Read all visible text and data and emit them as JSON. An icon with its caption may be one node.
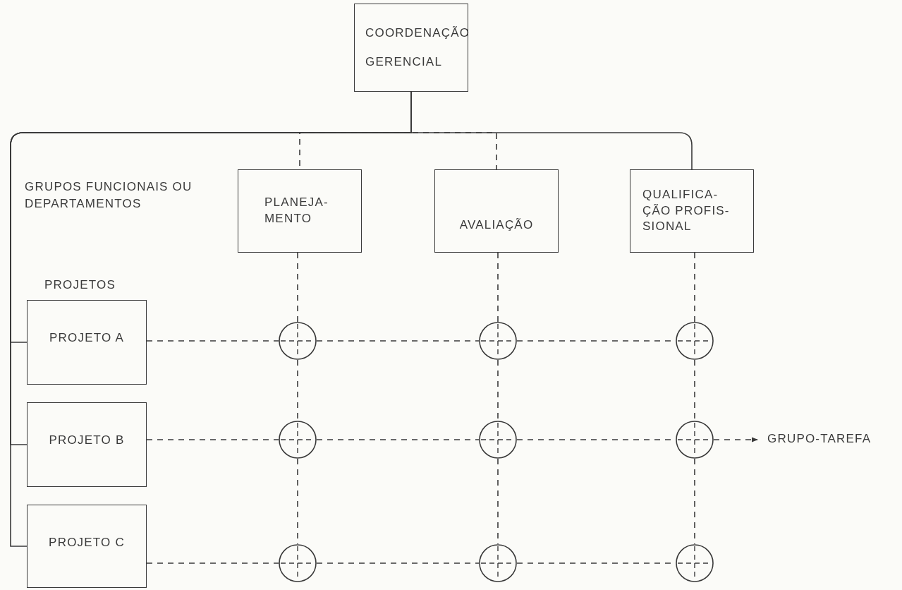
{
  "diagram": {
    "nodes": [
      {
        "text": [
          "COORDENAÇÃO GERENCIAL"
        ]
      },
      {
        "text": [
          "PLANEJA- MENTO"
        ]
      },
      {
        "text": [
          "AVALIAÇÃO"
        ]
      },
      {
        "text": [
          "QUALIFICA- ÇÃO PROFIS- SIONAL"
        ]
      },
      {
        "text": [
          "PROJETO A"
        ]
      },
      {
        "text": [
          "PROJETO B"
        ]
      },
      {
        "text": [
          "PROJETO C"
        ]
      },
      {
        "text": [],
        "shape": "circle"
      },
      {
        "text": [],
        "shape": "circle"
      },
      {
        "text": [],
        "shape": "circle"
      },
      {
        "text": [],
        "shape": "circle"
      },
      {
        "text": [],
        "shape": "circle"
      },
      {
        "text": [],
        "shape": "circle"
      },
      {
        "text": [],
        "shape": "circle"
      },
      {
        "text": [],
        "shape": "circle"
      },
      {
        "text": [],
        "shape": "circle"
      },
      {
        "text": [
          "GRUPO-TAREFA"
        ]
      }
    ],
    "edges": [
      {
        "from": 0,
        "to": 1,
        "arrow": "none",
        "style": "dashed"
      },
      {
        "from": 0,
        "to": 2,
        "arrow": "none",
        "style": "dashed"
      },
      {
        "from": 0,
        "to": 3,
        "arrow": "none"
      },
      {
        "from": 0,
        "to": 4,
        "arrow": "none"
      },
      {
        "from": 0,
        "to": 5,
        "arrow": "none"
      },
      {
        "from": 0,
        "to": 6,
        "arrow": "none"
      },
      {
        "from": 1,
        "to": 7,
        "arrow": "none",
        "style": "dashed"
      },
      {
        "from": 7,
        "to": 10,
        "arrow": "none",
        "style": "dashed"
      },
      {
        "from": 10,
        "to": 13,
        "arrow": "none",
        "style": "dashed"
      },
      {
        "from": 2,
        "to": 8,
        "arrow": "none",
        "style": "dashed"
      },
      {
        "from": 8,
        "to": 11,
        "arrow": "none",
        "style": "dashed"
      },
      {
        "from": 11,
        "to": 14,
        "arrow": "none",
        "style": "dashed"
      },
      {
        "from": 3,
        "to": 9,
        "arrow": "none",
        "style": "dashed"
      },
      {
        "from": 9,
        "to": 12,
        "arrow": "none",
        "style": "dashed"
      },
      {
        "from": 12,
        "to": 15,
        "arrow": "none",
        "style": "dashed"
      },
      {
        "from": 4,
        "to": 7,
        "arrow": "none",
        "style": "dashed"
      },
      {
        "from": 7,
        "to": 8,
        "arrow": "none",
        "style": "dashed"
      },
      {
        "from": 8,
        "to": 9,
        "arrow": "none",
        "style": "dashed"
      },
      {
        "from": 5,
        "to": 10,
        "arrow": "none",
        "style": "dashed"
      },
      {
        "from": 10,
        "to": 11,
        "arrow": "none",
        "style": "dashed"
      },
      {
        "from": 11,
        "to": 12,
        "arrow": "none",
        "style": "dashed"
      },
      {
        "from": 12,
        "to": 16,
        "arrow": "to",
        "style": "dashed"
      },
      {
        "from": 6,
        "to": 13,
        "arrow": "none",
        "style": "dashed"
      },
      {
        "from": 13,
        "to": 14,
        "arrow": "none",
        "style": "dashed"
      },
      {
        "from": 14,
        "to": 15,
        "arrow": "none",
        "style": "dashed"
      }
    ],
    "labels": [
      "GRUPOS FUNCIONAIS OU DEPARTAMENTOS",
      "PROJETOS"
    ]
  }
}
